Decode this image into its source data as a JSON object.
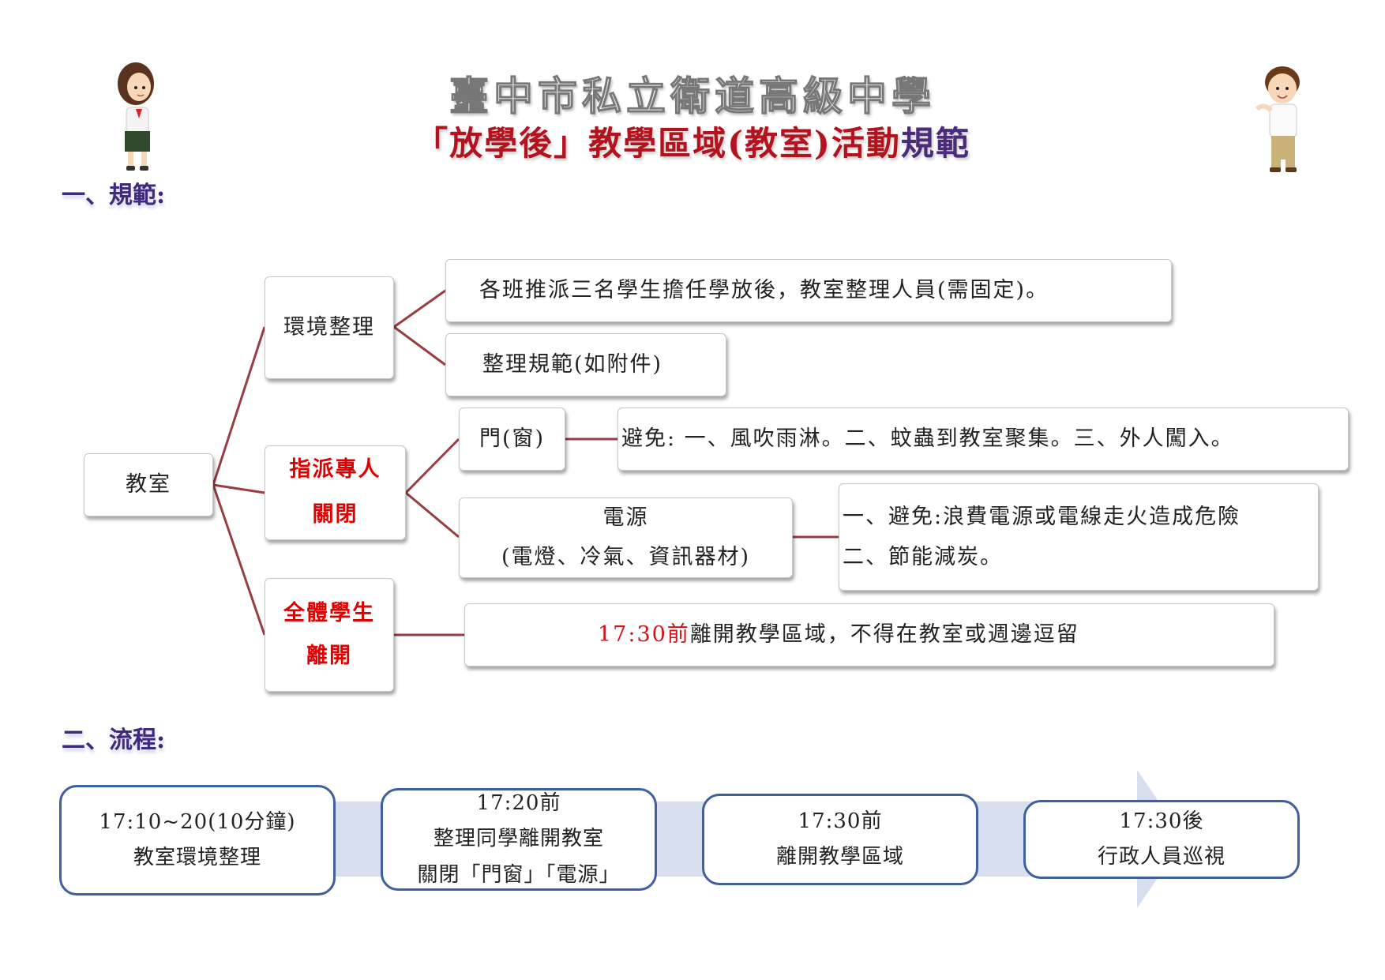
{
  "header": {
    "school": "臺中市私立衛道高級中學",
    "subtitle_red": "「放學後」教學區域(教室)活動",
    "subtitle_purple": "規範"
  },
  "sections": {
    "rules": "一、規範:",
    "process": "二、流程:"
  },
  "tree": {
    "root": "教室",
    "branch1": {
      "label": "環境整理",
      "items": [
        "各班推派三名學生擔任學放後，教室整理人員(需固定)。",
        "整理規範(如附件)"
      ]
    },
    "branch2": {
      "label_line1": "指派專人",
      "label_line2": "關閉",
      "door": "門(窗)",
      "door_note": "避免: 一、風吹雨淋。二、蚊蟲到教室聚集。三、外人闖入。",
      "power_line1": "電源",
      "power_line2": "(電燈、冷氣、資訊器材)",
      "power_note_line1": "一、避免:浪費電源或電線走火造成危險",
      "power_note_line2": "二、節能減炭。"
    },
    "branch3": {
      "label_line1": "全體學生",
      "label_line2": "離開",
      "note_time": "17:30前",
      "note_rest": "離開教學區域，不得在教室或週邊逗留"
    }
  },
  "flow": [
    {
      "line1": "17:10~20(10分鐘)",
      "line2": "教室環境整理"
    },
    {
      "line1": "17:20前",
      "line2": "整理同學離開教室",
      "line3": "關閉「門窗」「電源」"
    },
    {
      "line1": "17:30前",
      "line2": "離開教學區域"
    },
    {
      "line1": "17:30後",
      "line2": "行政人員巡視"
    }
  ],
  "colors": {
    "connector": "#9a3c41",
    "flow_border": "#3f5f9d",
    "arrow": "#d5dcec"
  }
}
